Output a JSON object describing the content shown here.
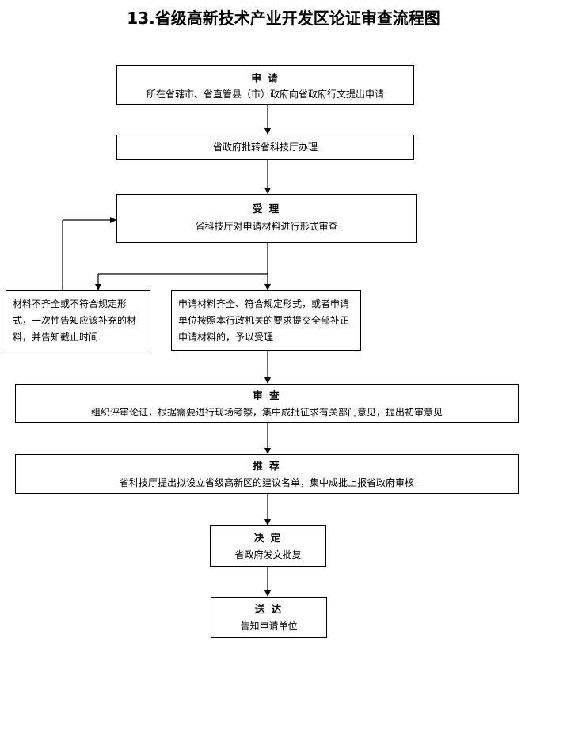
{
  "title": "13.省级高新技术产业开发区论证审查流程图",
  "steps": {
    "apply": {
      "heading": "申 请",
      "text": "所在省辖市、省直管县（市）政府向省政府行文提出申请"
    },
    "forward": {
      "text": "省政府批转省科技厅办理"
    },
    "accept": {
      "heading": "受 理",
      "text": "省科技厅对申请材料进行形式审查"
    },
    "incomplete": {
      "text": "材料不齐全或不符合规定形式，一次性告知应该补充的材料，并告知截止时间"
    },
    "complete": {
      "text": "申请材料齐全、符合规定形式，或者申请单位按照本行政机关的要求提交全部补正申请材料的，予以受理"
    },
    "review": {
      "heading": "审 查",
      "text": "组织评审论证，根据需要进行现场考察，集中成批征求有关部门意见，提出初审意见"
    },
    "recommend": {
      "heading": "推 荐",
      "text": "省科技厅提出拟设立省级高新区的建议名单，集中成批上报省政府审核"
    },
    "decide": {
      "heading": "决 定",
      "text": "省政府发文批复"
    },
    "deliver": {
      "heading": "送 达",
      "text": "告知申请单位"
    }
  }
}
